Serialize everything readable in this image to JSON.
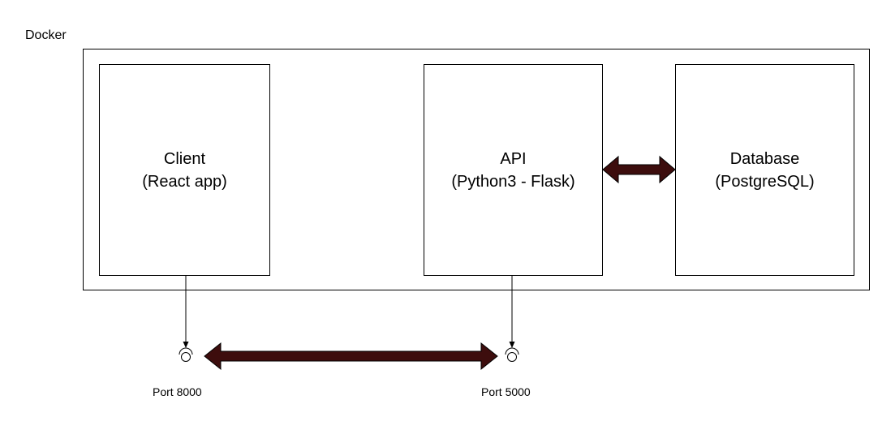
{
  "diagram": {
    "container": {
      "label": "Docker"
    },
    "services": [
      {
        "id": "client",
        "name": "Client",
        "detail": "(React app)"
      },
      {
        "id": "api",
        "name": "API",
        "detail": "(Python3 - Flask)"
      },
      {
        "id": "database",
        "name": "Database",
        "detail": "(PostgreSQL)"
      }
    ],
    "ports": [
      {
        "id": "8000",
        "label": "Port 8000"
      },
      {
        "id": "5000",
        "label": "Port 5000"
      }
    ],
    "colors": {
      "arrow_fill": "#3d0d0d",
      "line": "#000000",
      "background": "#ffffff"
    }
  }
}
